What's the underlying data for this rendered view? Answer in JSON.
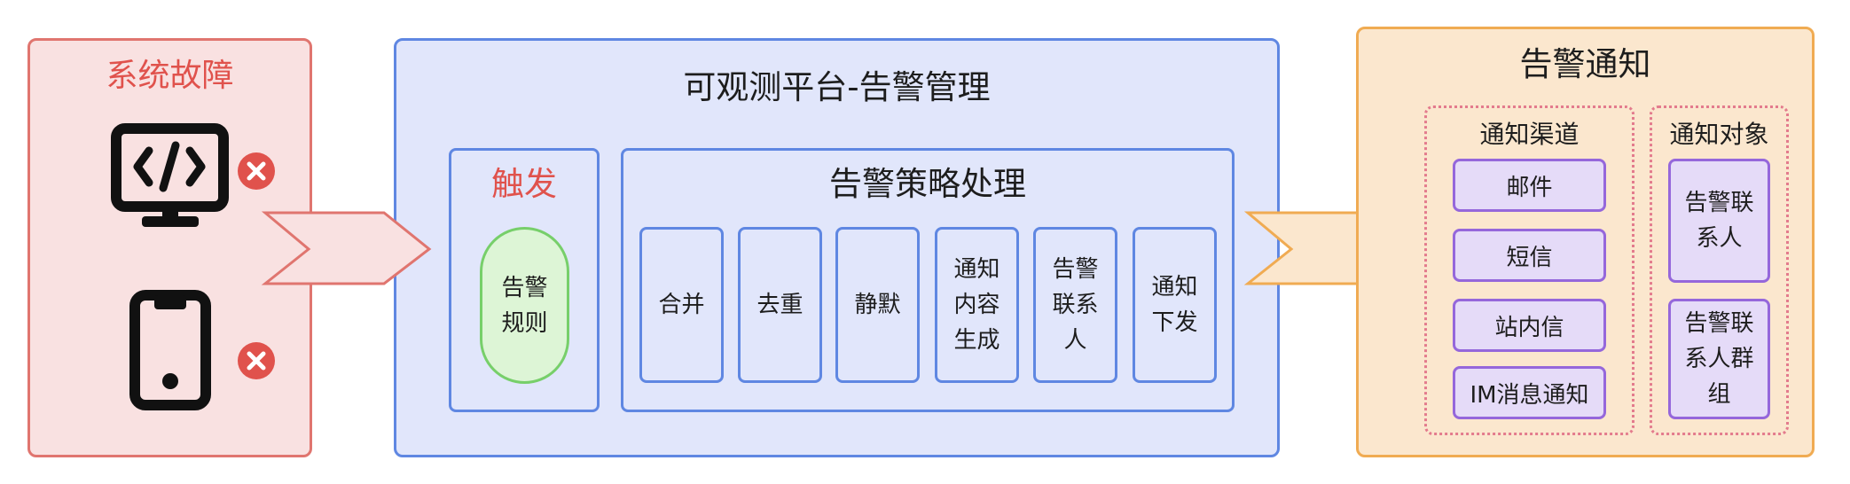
{
  "colors": {
    "fault_fill": "#f9e1e1",
    "fault_stroke": "#e0756f",
    "fault_text": "#e0524c",
    "platform_fill": "#e1e6fb",
    "platform_stroke": "#5f87e2",
    "rule_fill": "#ddf5d6",
    "rule_stroke": "#77cf6a",
    "notify_fill": "#fbe7ce",
    "notify_stroke": "#f0ab52",
    "item_fill": "#e5dbf8",
    "item_stroke": "#9567db",
    "dotted_stroke": "#e37b8d",
    "error_badge": "#e0524c"
  },
  "fault": {
    "title": "系统故障",
    "icons": [
      "monitor-code-icon",
      "mobile-phone-icon",
      "error-badge-icon"
    ]
  },
  "platform": {
    "title": "可观测平台-告警管理",
    "trigger": {
      "title": "触发",
      "rule": "告警规则"
    },
    "strategy": {
      "title": "告警策略处理",
      "steps": [
        "合并",
        "去重",
        "静默",
        "通知内容生成",
        "告警联系人",
        "通知下发"
      ]
    }
  },
  "notification": {
    "title": "告警通知",
    "channels": {
      "title": "通知渠道",
      "items": [
        "邮件",
        "短信",
        "站内信",
        "IM消息通知"
      ]
    },
    "targets": {
      "title": "通知对象",
      "items": [
        "告警联系人",
        "告警联系人群组"
      ]
    }
  }
}
